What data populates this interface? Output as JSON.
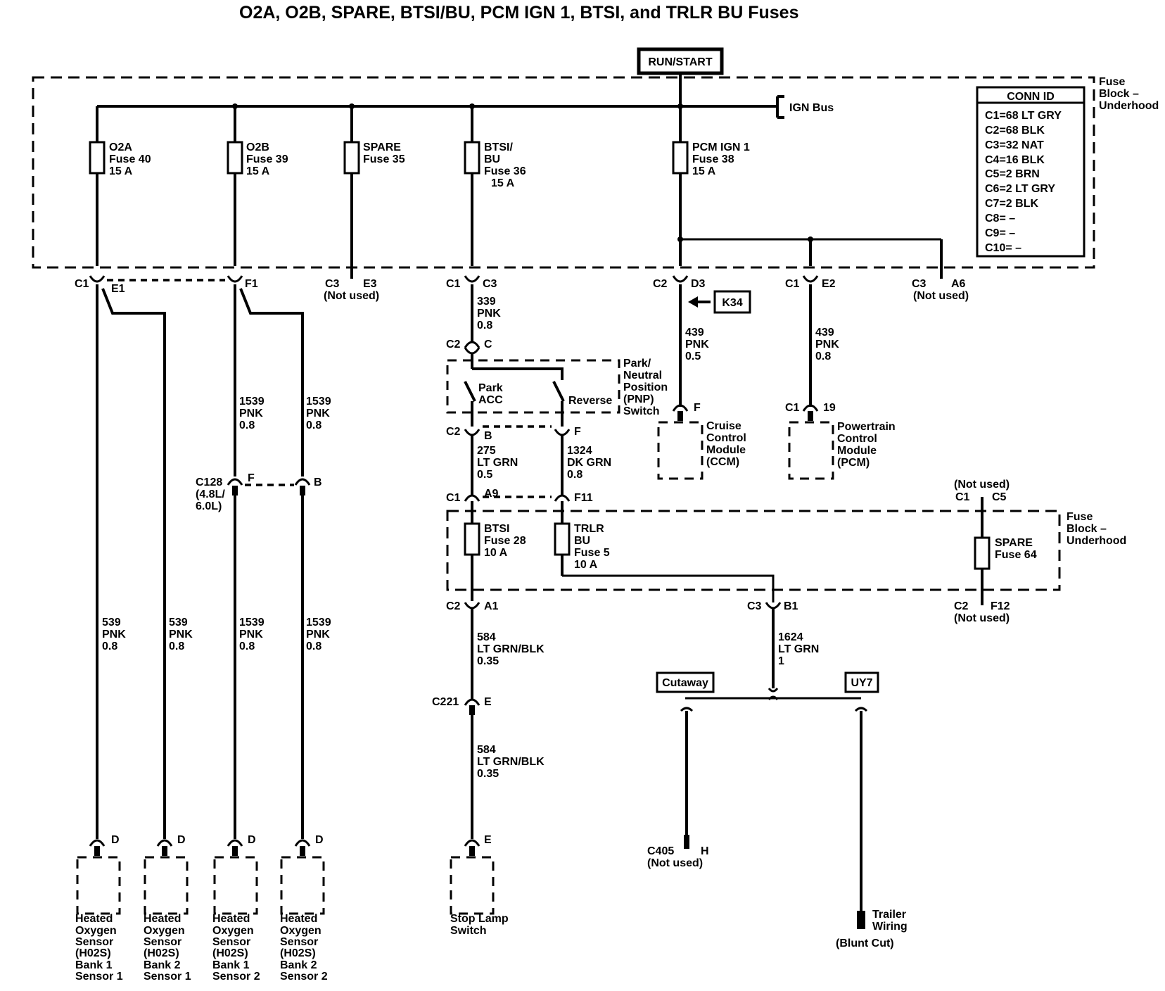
{
  "title": "O2A, O2B, SPARE, BTSI/BU, PCM IGN 1, BTSI, and   TRLR  BU Fuses",
  "run_start": "RUN/START",
  "ign_bus": "IGN Bus",
  "fuse_block_upper": [
    "Fuse",
    "Block –",
    "Underhood"
  ],
  "fuse_block_lower": [
    "Fuse",
    "Block –",
    "Underhood"
  ],
  "conn_id": {
    "header": "CONN ID",
    "rows": [
      "C1=68 LT GRY",
      "C2=68 BLK",
      "C3=32 NAT",
      "C4=16 BLK",
      "C5=2 BRN",
      "C6=2 LT GRY",
      "C7=2 BLK",
      "C8= –",
      "C9= –",
      "C10= –"
    ]
  },
  "fuses": {
    "o2a": [
      "O2A",
      "Fuse 40",
      "15 A"
    ],
    "o2b": [
      "O2B",
      "Fuse 39",
      "15 A"
    ],
    "spare35": [
      "SPARE",
      "Fuse 35"
    ],
    "btsibu": [
      "BTSI/",
      "BU",
      "Fuse 36",
      "15 A"
    ],
    "pcmign": [
      "PCM IGN 1",
      "Fuse 38",
      "15 A"
    ],
    "btsi28": [
      "BTSI",
      "Fuse 28",
      "10 A"
    ],
    "trlr5": [
      "TRLR",
      "BU",
      "Fuse 5",
      "10 A"
    ],
    "spare64": [
      "SPARE",
      "Fuse 64"
    ]
  },
  "connectors": {
    "c1": "C1",
    "e1": "E1",
    "f1": "F1",
    "c3_e3": "C3",
    "e3": "E3",
    "not_used_e3": "(Not used)",
    "c1_c3": "C1",
    "c3": "C3",
    "c2_d3": "C2",
    "d3": "D3",
    "c1_e2": "C1",
    "e2": "E2",
    "c3_a6": "C3",
    "a6": "A6",
    "not_used_a6": "(Not used)",
    "c2_c": "C2",
    "c": "C",
    "c2_b": "C2",
    "b": "B",
    "f": "F",
    "c1_a9": "C1",
    "a9": "A9",
    "f11": "F11",
    "c2_a1": "C2",
    "a1": "A1",
    "c3_b1": "C3",
    "b1": "B1",
    "not_used_c5": "(Not used)",
    "c1_c5": "C1",
    "c5": "C5",
    "c2_f12": "C2",
    "f12": "F12",
    "not_used_f12": "(Not used)",
    "c128": [
      "C128",
      "(4.8L/",
      "6.0L)"
    ],
    "c128_f": "F",
    "c128_b": "B",
    "c221": "C221",
    "c221_e": "E",
    "ccm_f": "F",
    "pcm_c1": "C1",
    "pcm_19": "19",
    "sensor_d1": "D",
    "sensor_d2": "D",
    "sensor_d3": "D",
    "sensor_d4": "D",
    "stop_e": "E",
    "c405": [
      "C405",
      "(Not used)"
    ],
    "c405_h": "H"
  },
  "wires": {
    "w339": [
      "339",
      "PNK",
      "0.8"
    ],
    "w439a": [
      "439",
      "PNK",
      "0.5"
    ],
    "w439b": [
      "439",
      "PNK",
      "0.8"
    ],
    "w1539a": [
      "1539",
      "PNK",
      "0.8"
    ],
    "w1539b": [
      "1539",
      "PNK",
      "0.8"
    ],
    "w275": [
      "275",
      "LT GRN",
      "0.5"
    ],
    "w1324": [
      "1324",
      "DK GRN",
      "0.8"
    ],
    "w539a": [
      "539",
      "PNK",
      "0.8"
    ],
    "w539b": [
      "539",
      "PNK",
      "0.8"
    ],
    "w1539c": [
      "1539",
      "PNK",
      "0.8"
    ],
    "w1539d": [
      "1539",
      "PNK",
      "0.8"
    ],
    "w584a": [
      "584",
      "LT GRN/BLK",
      "0.35"
    ],
    "w584b": [
      "584",
      "LT GRN/BLK",
      "0.35"
    ],
    "w1624": [
      "1624",
      "LT GRN",
      "1"
    ]
  },
  "pnp_switch": [
    "Park/",
    "Neutral",
    "Position",
    "(PNP)",
    "Switch"
  ],
  "park_acc": [
    "Park",
    "ACC"
  ],
  "reverse": "Reverse",
  "k34": "K34",
  "ccm": [
    "Cruise",
    "Control",
    "Module",
    "(CCM)"
  ],
  "pcm": [
    "Powertrain",
    "Control",
    "Module",
    "(PCM)"
  ],
  "cutaway": "Cutaway",
  "uy7": "UY7",
  "sensors": [
    [
      "Heated",
      "Oxygen",
      "Sensor",
      "(H02S)",
      "Bank 1",
      "Sensor 1"
    ],
    [
      "Heated",
      "Oxygen",
      "Sensor",
      "(H02S)",
      "Bank 2",
      "Sensor 1"
    ],
    [
      "Heated",
      "Oxygen",
      "Sensor",
      "(H02S)",
      "Bank 1",
      "Sensor 2"
    ],
    [
      "Heated",
      "Oxygen",
      "Sensor",
      "(H02S)",
      "Bank 2",
      "Sensor 2"
    ]
  ],
  "stop_lamp": [
    "Stop Lamp",
    "Switch"
  ],
  "trailer_wiring": [
    "Trailer",
    "Wiring"
  ],
  "blunt_cut": "(Blunt Cut)"
}
